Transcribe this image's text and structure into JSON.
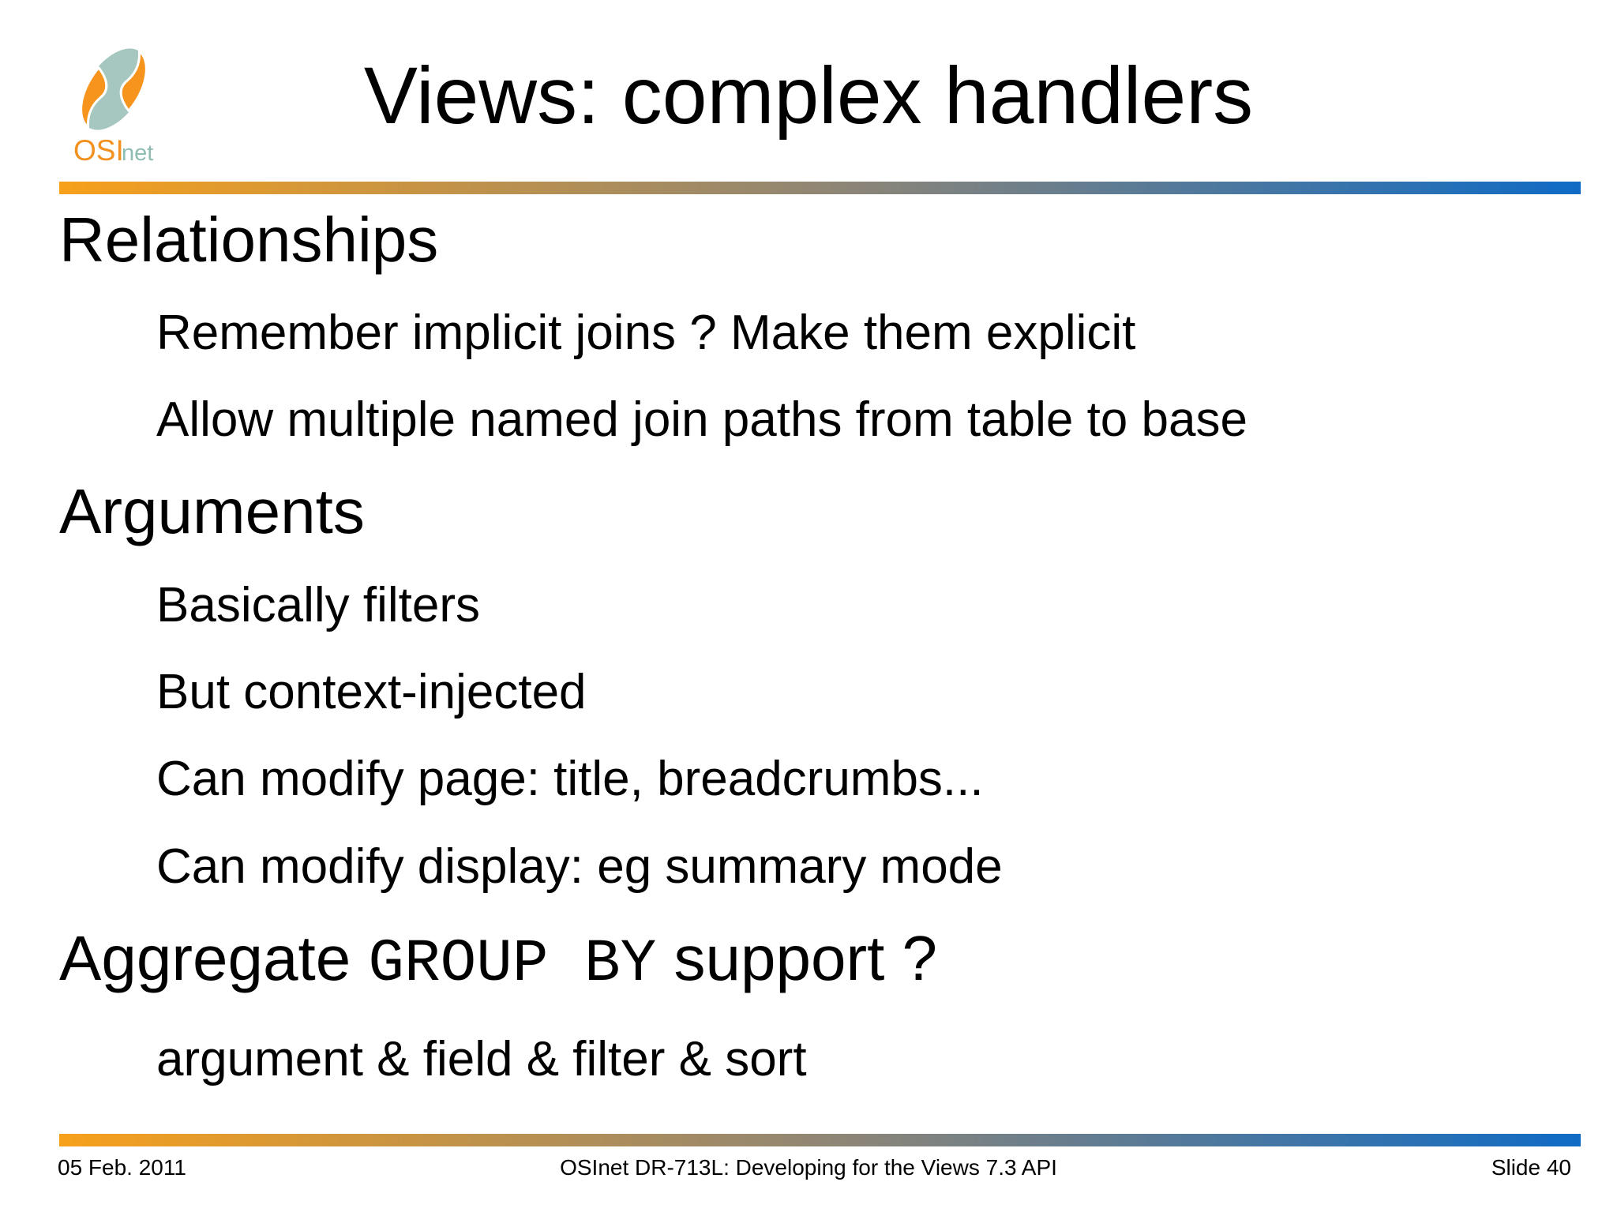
{
  "slide": {
    "logo": {
      "osi": "OSI",
      "net": "net"
    },
    "title": "Views: complex handlers",
    "sections": [
      {
        "heading": "Relationships",
        "bullets": [
          "Remember implicit joins ? Make them explicit",
          "Allow multiple named join paths from table to base"
        ]
      },
      {
        "heading": "Arguments",
        "bullets": [
          "Basically filters",
          "But context-injected",
          "Can modify page: title, breadcrumbs...",
          "Can modify display: eg summary mode"
        ]
      },
      {
        "heading_pre": "Aggregate ",
        "heading_code": "GROUP BY",
        "heading_post": " support ?",
        "bullets": [
          "argument & field & filter & sort"
        ]
      }
    ],
    "footer": {
      "date": "05 Feb. 2011",
      "reference": "OSInet DR-713L: Developing for the Views 7.3 API",
      "slide_number": "Slide 40"
    },
    "colors": {
      "accent_orange": "#F7A01B",
      "accent_blue": "#0F6BC5",
      "logo_orange": "#F7941D",
      "logo_teal": "#A6C7BF"
    }
  }
}
